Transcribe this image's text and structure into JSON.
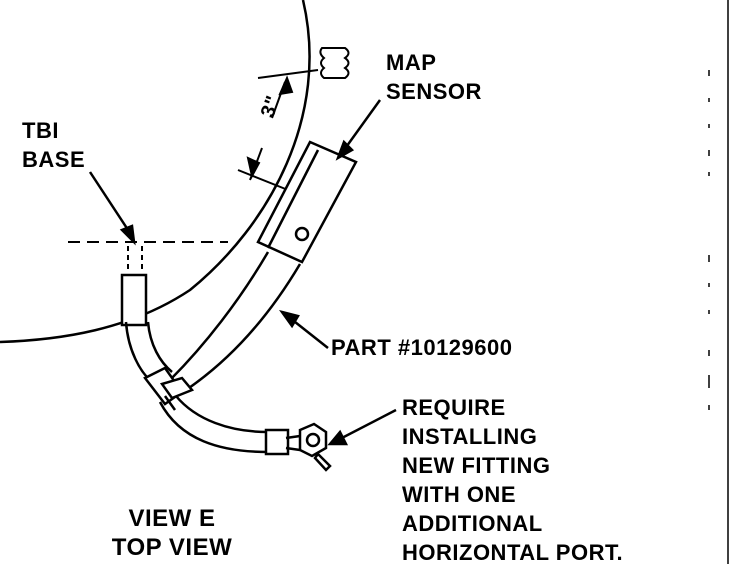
{
  "labels": {
    "tbi_base": [
      "TBI",
      "BASE"
    ],
    "map_sensor": [
      "MAP",
      "SENSOR"
    ],
    "dimension": "3\"",
    "part": "PART #10129600",
    "require": [
      "REQUIRE",
      "INSTALLING",
      "NEW FITTING",
      "WITH ONE",
      "ADDITIONAL",
      "HORIZONTAL PORT."
    ],
    "view": [
      "VIEW E",
      "TOP VIEW"
    ]
  },
  "colors": {
    "ink": "#000000",
    "paper": "#ffffff"
  }
}
